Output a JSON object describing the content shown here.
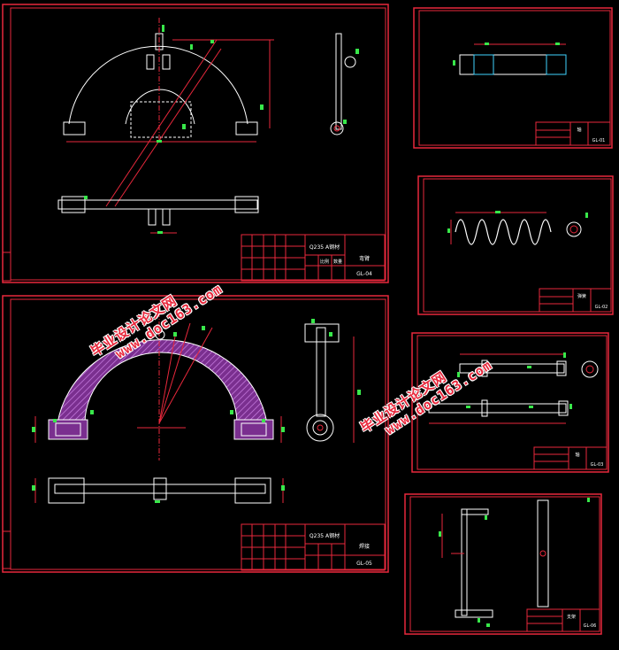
{
  "sheets": {
    "gl04": {
      "material": "Q235 A钢材",
      "part_name": "弯臂",
      "drawing_no": "GL-04",
      "scale_row": [
        "比例",
        "数量"
      ]
    },
    "gl05": {
      "material": "Q235 A钢材",
      "part_name": "焊接",
      "drawing_no": "GL-05"
    },
    "small_a": {
      "title_text": "轴",
      "drawing_no": "GL-01"
    },
    "small_b": {
      "title_text": "弹簧",
      "drawing_no": "GL-02"
    },
    "small_c": {
      "title_text": "轴",
      "drawing_no": "GL-03"
    },
    "small_d": {
      "title_text": "支架",
      "drawing_no": "GL-06"
    }
  },
  "watermarks": [
    {
      "cn": "毕业设计论文网",
      "url": "www.doc163.com"
    },
    {
      "cn": "毕业设计论文网",
      "url": "www.doc163.com"
    }
  ],
  "colors": {
    "border": "#e8283c",
    "lines": "#ffffff",
    "dims": "#e8283c",
    "marks": "#38e84a",
    "hatch": "#b04fc8",
    "highlight": "#3fd4ff"
  }
}
